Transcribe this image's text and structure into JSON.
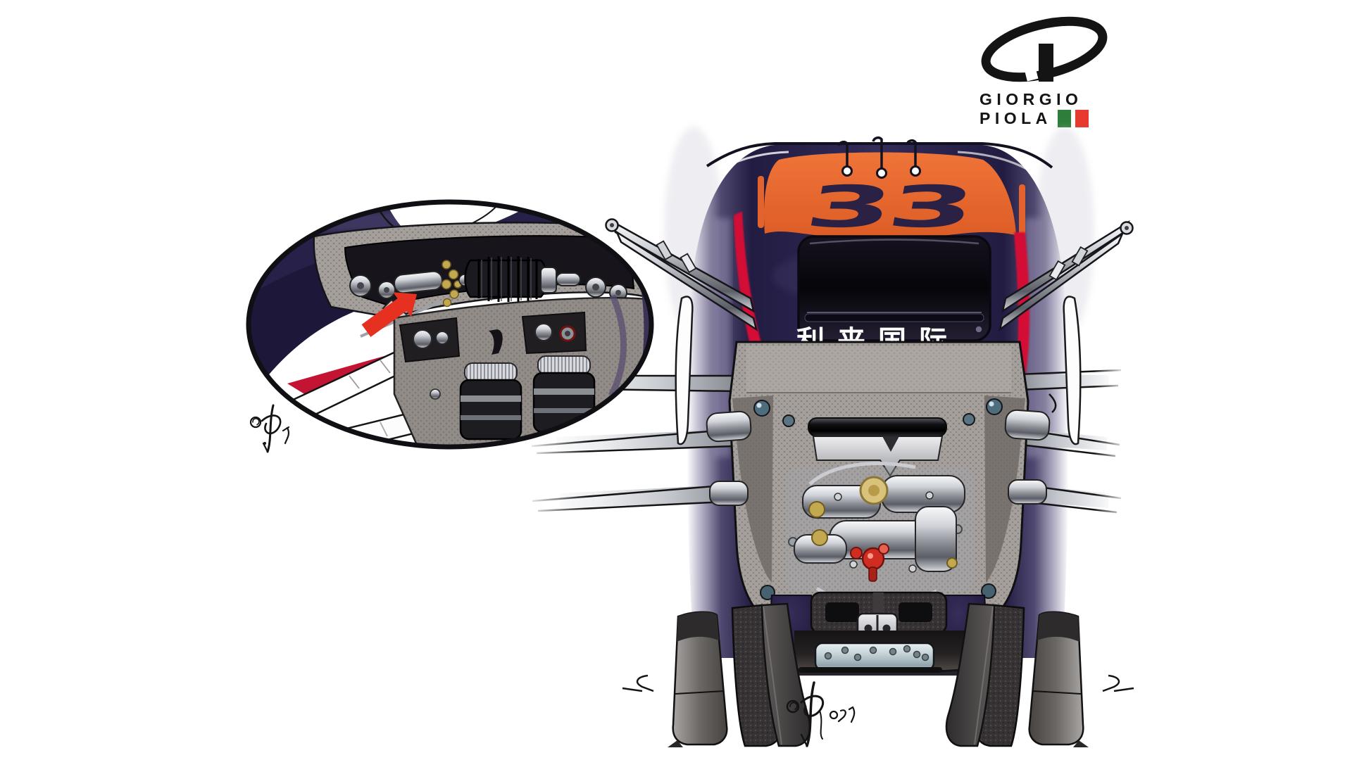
{
  "page": {
    "background_color": "#ffffff"
  },
  "logo": {
    "monogram": "GP",
    "line1": "GIORGIO",
    "line2": "PIOLA",
    "text_color": "#141414",
    "flag_green": "#2e7d3a",
    "flag_red": "#e8392e"
  },
  "illustration": {
    "subject": "Red Bull F1 front suspension technical illustration, front view with detail inset",
    "car_number": "33",
    "car_number_color": "#2a2144",
    "number_panel_color": "#e4632c",
    "sponsor_text": "利来国际",
    "sponsor_text_color": "#ffffff",
    "body_color": "#241d45",
    "accent_red": "#d31035",
    "carbon_gray": "#a6a09d",
    "arrow_color": "#e73120",
    "signature_main": "©GP '19",
    "signature_inset": "©GP '17"
  }
}
